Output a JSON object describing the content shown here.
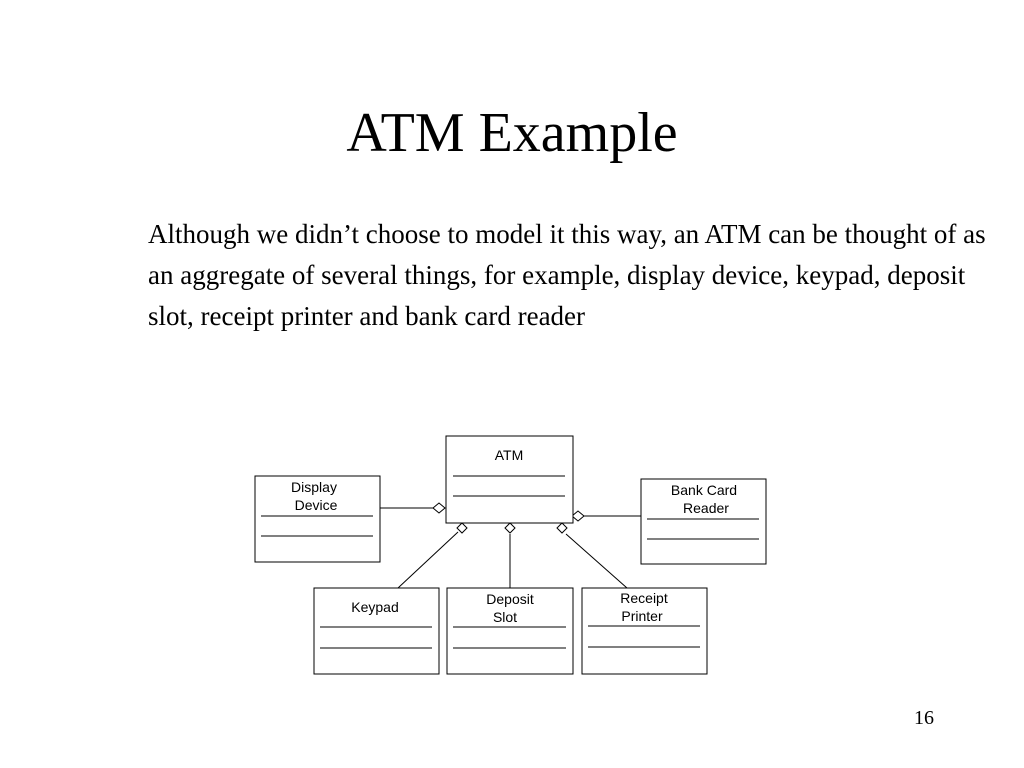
{
  "slide": {
    "title": "ATM Example",
    "body": "Although we didn’t choose to model it this way, an ATM can be thought of as an aggregate of several things, for example, display device, keypad, deposit slot, receipt printer and bank card reader",
    "page_number": "16"
  },
  "diagram": {
    "classes": {
      "atm": {
        "line1": "ATM"
      },
      "display": {
        "line1": "Display",
        "line2": "Device"
      },
      "bank_card": {
        "line1": "Bank Card",
        "line2": "Reader"
      },
      "keypad": {
        "line1": "Keypad"
      },
      "deposit": {
        "line1": "Deposit",
        "line2": "Slot"
      },
      "receipt": {
        "line1": "Receipt",
        "line2": "Printer"
      }
    }
  }
}
